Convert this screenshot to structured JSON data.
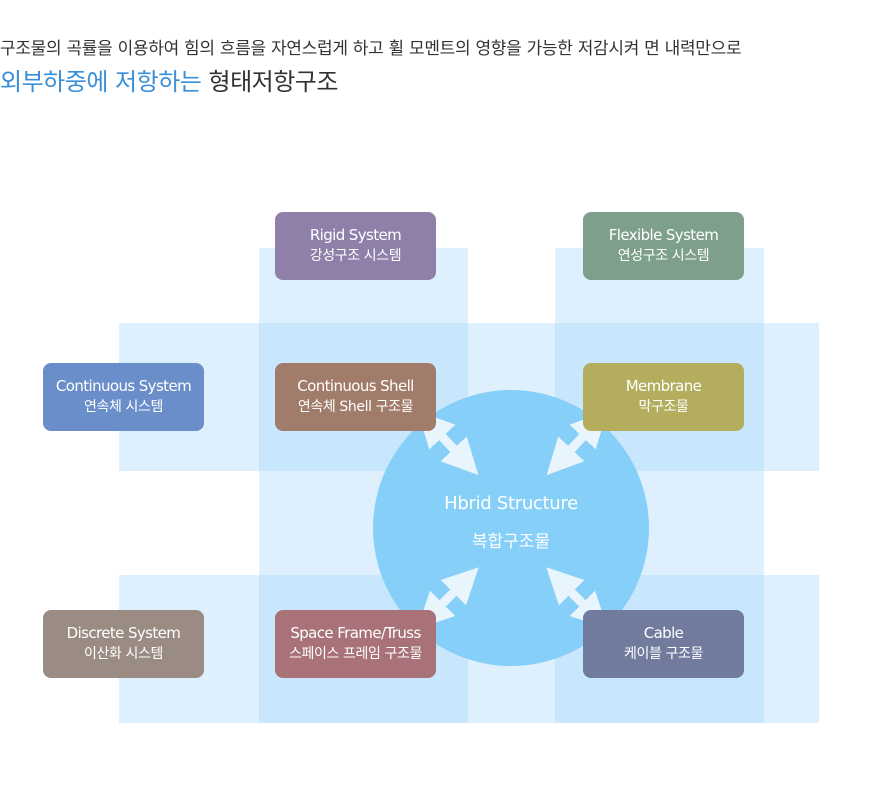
{
  "header": {
    "subtitle": "구조물의 곡률을 이용하여 힘의 흐름을 자연스럽게 하고 휠 모멘트의 영향을 가능한 저감시켜 면 내력만으로",
    "title_accent": "외부하중에 저항하는",
    "title_rest": " 형태저항구조"
  },
  "hub": {
    "label_en": "Hbrid Structure",
    "label_ko": "복합구조물",
    "color": "#86cff9"
  },
  "boxes": {
    "rigid": {
      "en": "Rigid System",
      "ko": "강성구조 시스템",
      "color": "#8f80aa"
    },
    "flexible": {
      "en": "Flexible System",
      "ko": "연성구조 시스템",
      "color": "#7ea08a"
    },
    "continuous": {
      "en": "Continuous System",
      "ko": "연속체 시스템",
      "color": "#6a8ec9"
    },
    "shell": {
      "en": "Continuous Shell",
      "ko": "연속체 Shell 구조물",
      "color": "#a27c6a"
    },
    "membrane": {
      "en": "Membrane",
      "ko": "막구조물",
      "color": "#b5ad5e"
    },
    "discrete": {
      "en": "Discrete System",
      "ko": "이산화 시스템",
      "color": "#9a8c83"
    },
    "spaceframe": {
      "en": "Space Frame/Truss",
      "ko": "스페이스 프레임 구조물",
      "color": "#a87278"
    },
    "cable": {
      "en": "Cable",
      "ko": "케이블 구조물",
      "color": "#717b9e"
    }
  },
  "colors": {
    "accent": "#3a8fd9",
    "band": "#dceffc",
    "arrow": "#e8f5fd"
  }
}
